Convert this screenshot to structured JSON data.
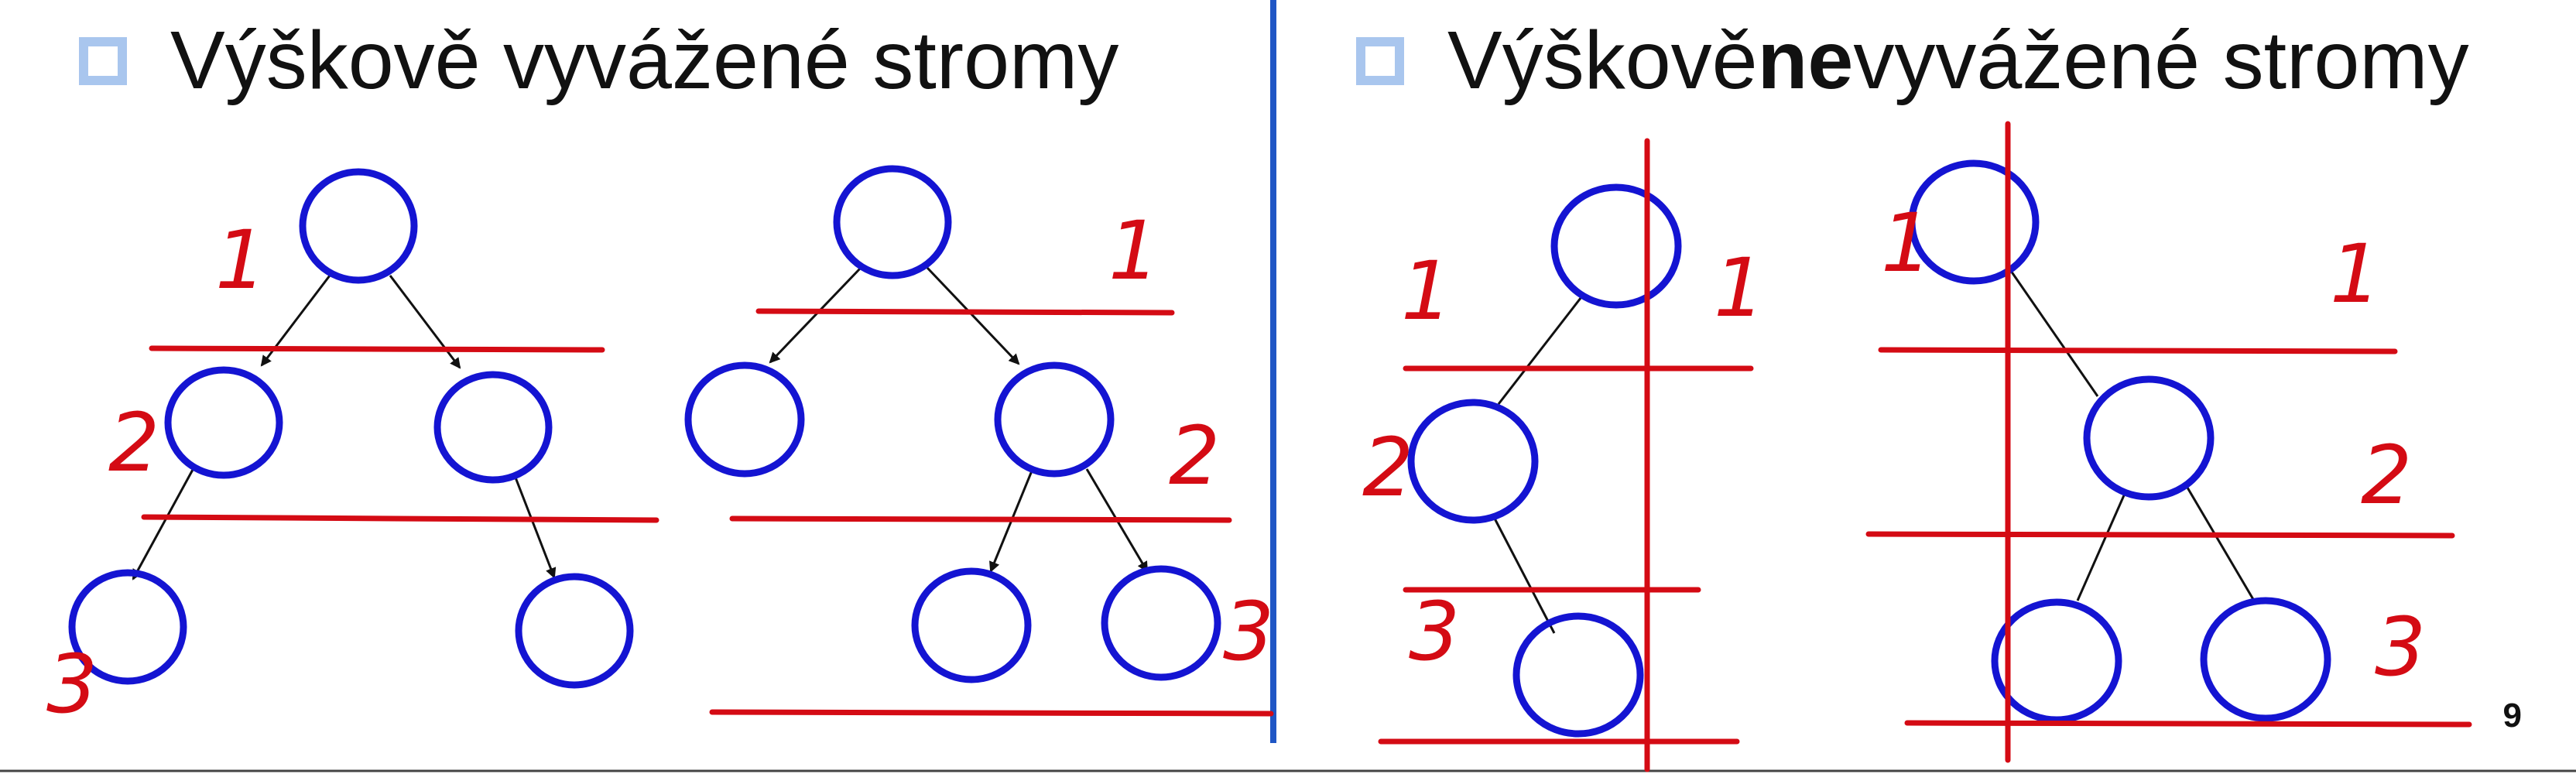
{
  "left_panel": {
    "title": "Výškově vyvážené stromy"
  },
  "right_panel": {
    "title_prefix": "Výškově ",
    "title_bold": "ne",
    "title_suffix": "vyvážené stromy"
  },
  "page_number": "9",
  "level_labels": {
    "tree1": [
      "1",
      "2",
      "3"
    ],
    "tree2": [
      "1",
      "2",
      "3"
    ],
    "tree3_left": [
      "1",
      "2",
      "3"
    ],
    "tree3_right": [
      "1"
    ],
    "tree4_left": [
      "1"
    ],
    "tree4_right": [
      "1",
      "2",
      "3"
    ]
  },
  "colors": {
    "node": "#1414d2",
    "annotation": "#d40b14",
    "divider": "#1f56c5",
    "bullet": "#a9c6ee"
  }
}
